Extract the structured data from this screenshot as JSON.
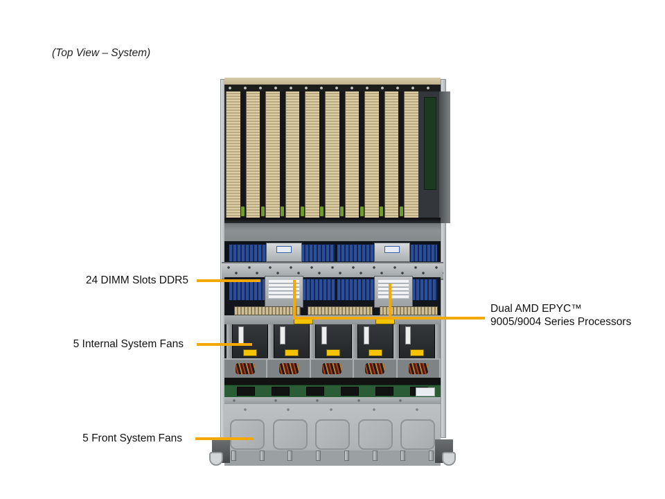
{
  "title": "(Top View – System)",
  "callouts": {
    "dimm": {
      "label": "24 DIMM Slots DDR5"
    },
    "cpu": {
      "label_line1": "Dual AMD EPYC™",
      "label_line2": "9005/9004 Series Processors"
    },
    "internal_fans": {
      "label": "5 Internal System Fans"
    },
    "front_fans": {
      "label": "5 Front System Fans"
    }
  },
  "diagram": {
    "gpu_slot_count": 10,
    "internal_fan_count": 5,
    "front_fan_count": 5,
    "cable_compartment_count": 5,
    "dimm_slot_count": 24,
    "cpu_count": 2,
    "pcb_connector_count": 6,
    "bottom_pin_count": 8,
    "colors": {
      "callout_line": "#F5A800",
      "gpu_fin_tan": "#D7C49E",
      "dimm_blue": "#2B4E9C",
      "pcb_green": "#2A5C36",
      "chassis_gray": "#9BA0A3"
    }
  }
}
